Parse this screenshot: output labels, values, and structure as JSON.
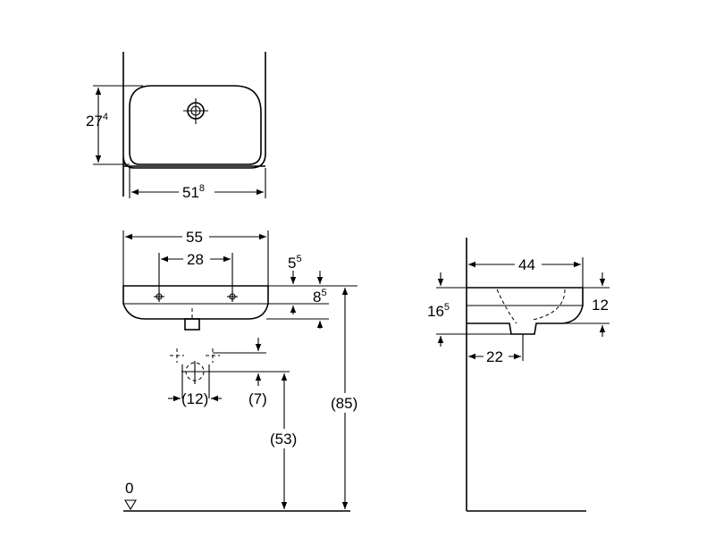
{
  "top_view": {
    "depth_main": "27",
    "depth_sup": "4",
    "width_main": "51",
    "width_sup": "8"
  },
  "front_view": {
    "overall_width": "55",
    "tap_spacing": "28",
    "rim_top_main": "5",
    "rim_top_sup": "5",
    "rim_thickness_main": "8",
    "rim_thickness_sup": "5",
    "waste_spacing": "(12)",
    "waste_offset": "(7)",
    "waste_height": "(53)",
    "total_height": "(85)",
    "floor_level": "0"
  },
  "side_view": {
    "projection": "44",
    "height_main": "16",
    "height_sup": "5",
    "rim_height": "12",
    "waste_from_wall": "22"
  }
}
